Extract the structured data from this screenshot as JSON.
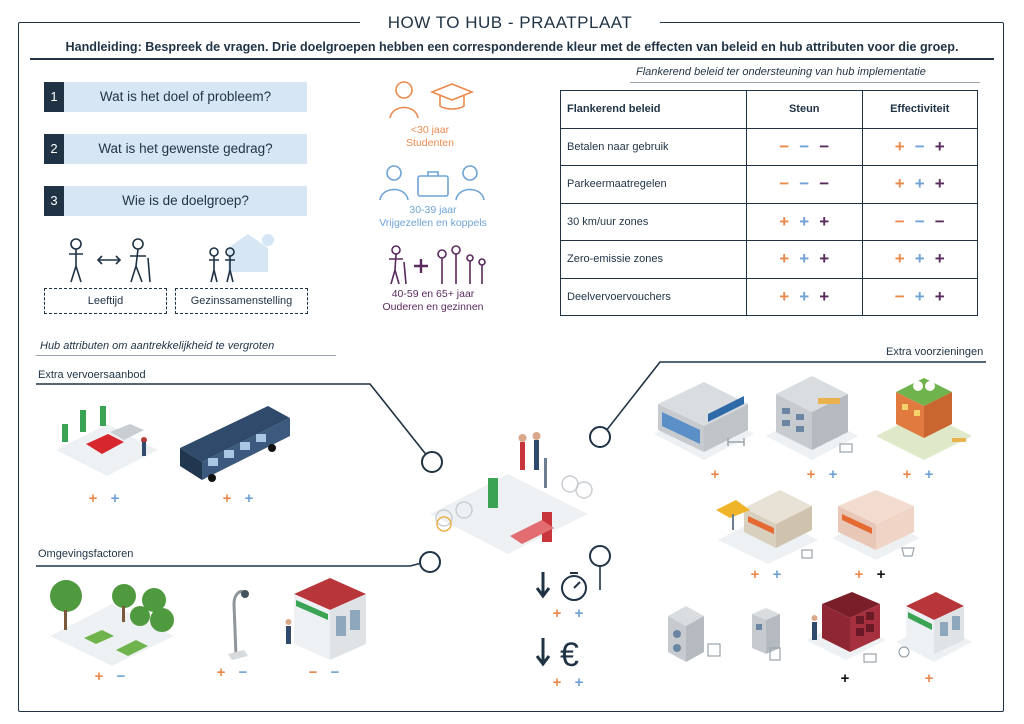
{
  "header": {
    "title": "HOW TO HUB  -  PRAATPLAAT",
    "instructions": "Handleiding: Bespreek de vragen. Drie doelgroepen hebben een corresponderende kleur met de effecten van beleid en hub attributen voor die groep."
  },
  "questions": [
    {
      "num": "1",
      "text": "Wat is het doel of probleem?"
    },
    {
      "num": "2",
      "text": "Wat is het gewenste gedrag?"
    },
    {
      "num": "3",
      "text": "Wie is de doelgroep?"
    }
  ],
  "factors": {
    "age": "Leeftijd",
    "household": "Gezinssamenstelling"
  },
  "groups": [
    {
      "line1": "<30 jaar",
      "line2": "Studenten",
      "color": "#e98a4c"
    },
    {
      "line1": "30-39 jaar",
      "line2": "Vrijgezellen en koppels",
      "color": "#6fa3d6"
    },
    {
      "line1": "40-59 en 65+ jaar",
      "line2": "Ouderen en gezinnen",
      "color": "#5a2a5e"
    }
  ],
  "policy": {
    "title": "Flankerend beleid ter ondersteuning van hub implementatie",
    "headers": [
      "Flankerend beleid",
      "Steun",
      "Effectiviteit"
    ],
    "rows": [
      {
        "name": "Betalen naar gebruik",
        "steun": [
          "−",
          "−",
          "−"
        ],
        "eff": [
          "+",
          "−",
          "+"
        ]
      },
      {
        "name": "Parkeermaatregelen",
        "steun": [
          "−",
          "−",
          "−"
        ],
        "eff": [
          "+",
          "+",
          "+"
        ]
      },
      {
        "name": "30 km/uur zones",
        "steun": [
          "+",
          "+",
          "+"
        ],
        "eff": [
          "−",
          "−",
          "−"
        ]
      },
      {
        "name": "Zero-emissie zones",
        "steun": [
          "+",
          "+",
          "+"
        ],
        "eff": [
          "+",
          "+",
          "+"
        ]
      },
      {
        "name": "Deelvervoervouchers",
        "steun": [
          "+",
          "+",
          "+"
        ],
        "eff": [
          "−",
          "+",
          "+"
        ]
      }
    ]
  },
  "hub": {
    "title": "Hub attributen om aantrekkelijkheid te vergroten",
    "transport_title": "Extra vervoersaanbod",
    "environment_title": "Omgevingsfactoren",
    "facilities_title": "Extra voorzieningen"
  },
  "colors": {
    "orange": "#e98a4c",
    "blue": "#6fa3d6",
    "purple": "#5a2a5e",
    "navy": "#1f3345"
  }
}
